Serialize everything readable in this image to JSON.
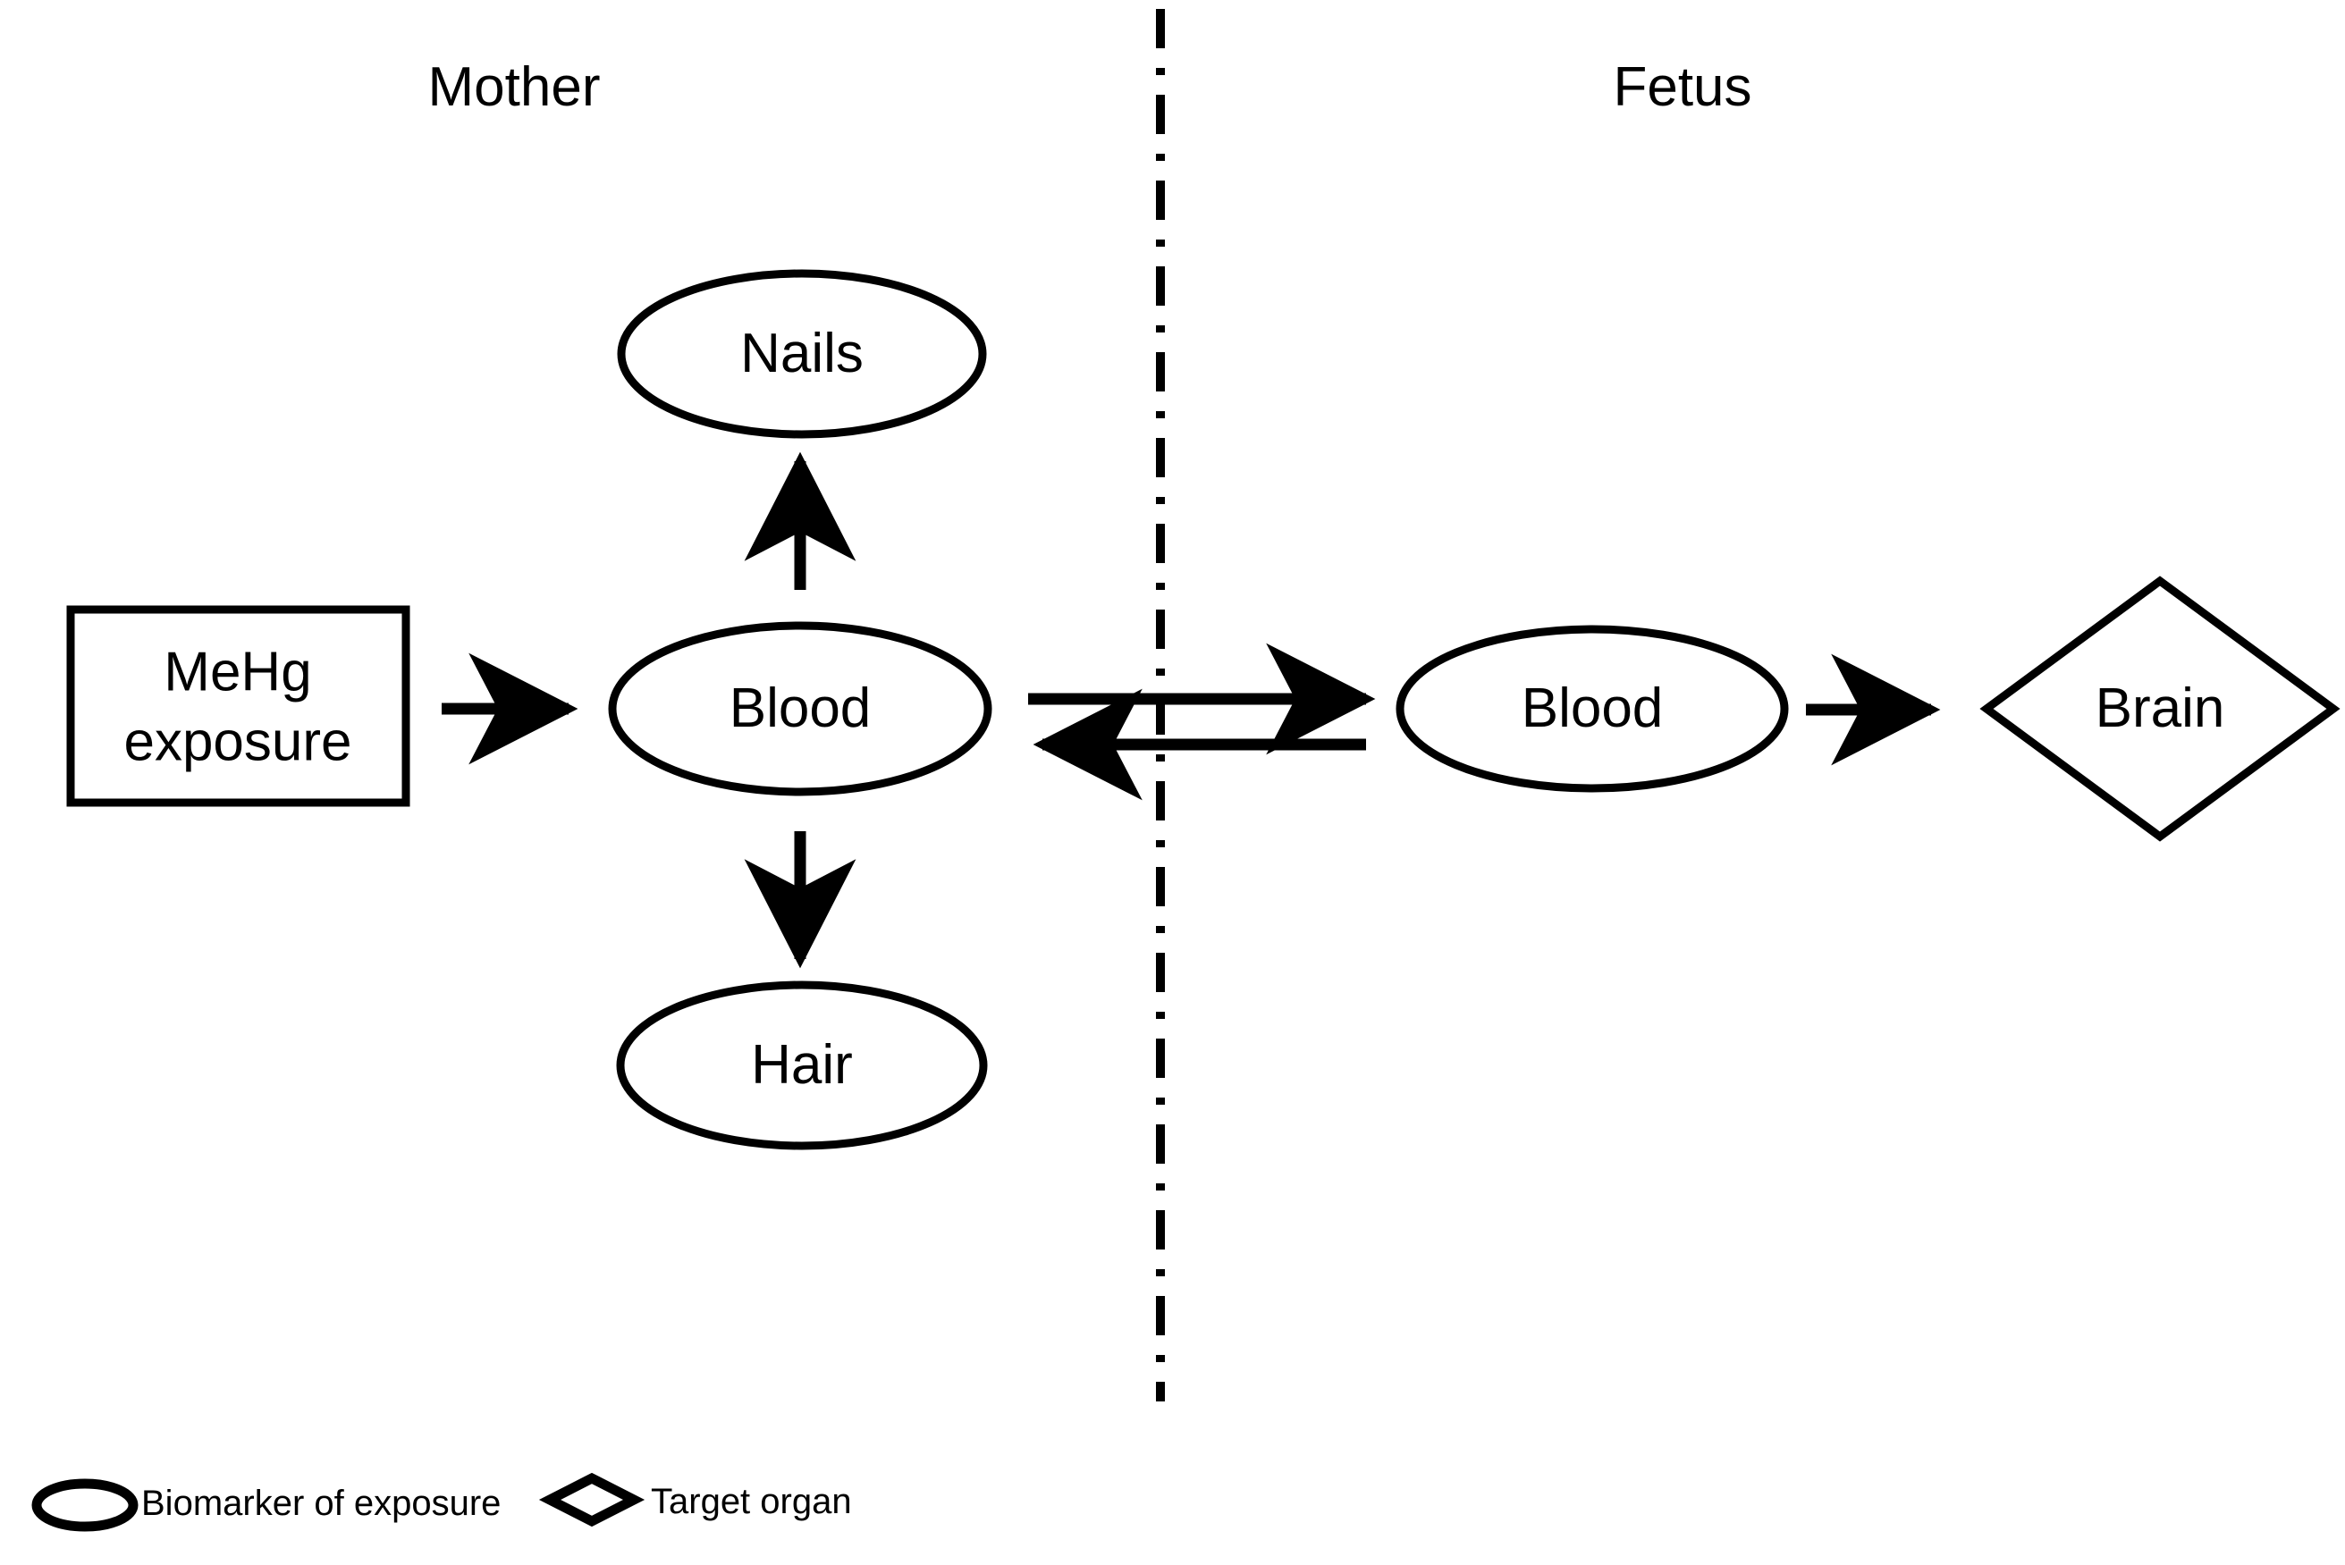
{
  "figure": {
    "type": "flow-diagram",
    "title_present": false,
    "background_color": "#ffffff",
    "stroke_color": "#000000"
  },
  "compartments": [
    {
      "id": "mother",
      "label": "Mother"
    },
    {
      "id": "fetus",
      "label": "Fetus"
    }
  ],
  "divider": {
    "name": "maternal-fetal-boundary",
    "style": "dash-dot",
    "orientation": "vertical"
  },
  "nodes": [
    {
      "id": "mehg-exposure",
      "label_line1": "MeHg",
      "label_line2": "exposure",
      "shape": "rectangle",
      "compartment": "mother"
    },
    {
      "id": "nails",
      "label": "Nails",
      "shape": "ellipse",
      "compartment": "mother"
    },
    {
      "id": "mother-blood",
      "label": "Blood",
      "shape": "ellipse",
      "compartment": "mother"
    },
    {
      "id": "hair",
      "label": "Hair",
      "shape": "ellipse",
      "compartment": "mother"
    },
    {
      "id": "fetus-blood",
      "label": "Blood",
      "shape": "ellipse",
      "compartment": "fetus"
    },
    {
      "id": "brain",
      "label": "Brain",
      "shape": "diamond",
      "compartment": "fetus"
    }
  ],
  "edges": [
    {
      "id": "exposure-to-mother-blood",
      "from": "mehg-exposure",
      "to": "mother-blood",
      "direction": "right"
    },
    {
      "id": "mother-blood-to-nails",
      "from": "mother-blood",
      "to": "nails",
      "direction": "up"
    },
    {
      "id": "mother-blood-to-hair",
      "from": "mother-blood",
      "to": "hair",
      "direction": "down"
    },
    {
      "id": "mother-blood-to-fetus-blood",
      "from": "mother-blood",
      "to": "fetus-blood",
      "direction": "right"
    },
    {
      "id": "fetus-blood-to-mother-blood",
      "from": "fetus-blood",
      "to": "mother-blood",
      "direction": "left"
    },
    {
      "id": "fetus-blood-to-brain",
      "from": "fetus-blood",
      "to": "brain",
      "direction": "right"
    }
  ],
  "legend": {
    "items": [
      {
        "id": "biomarker",
        "shape": "ellipse",
        "label": "Biomarker of exposure"
      },
      {
        "id": "target-organ",
        "shape": "diamond",
        "label": "Target organ"
      }
    ]
  }
}
